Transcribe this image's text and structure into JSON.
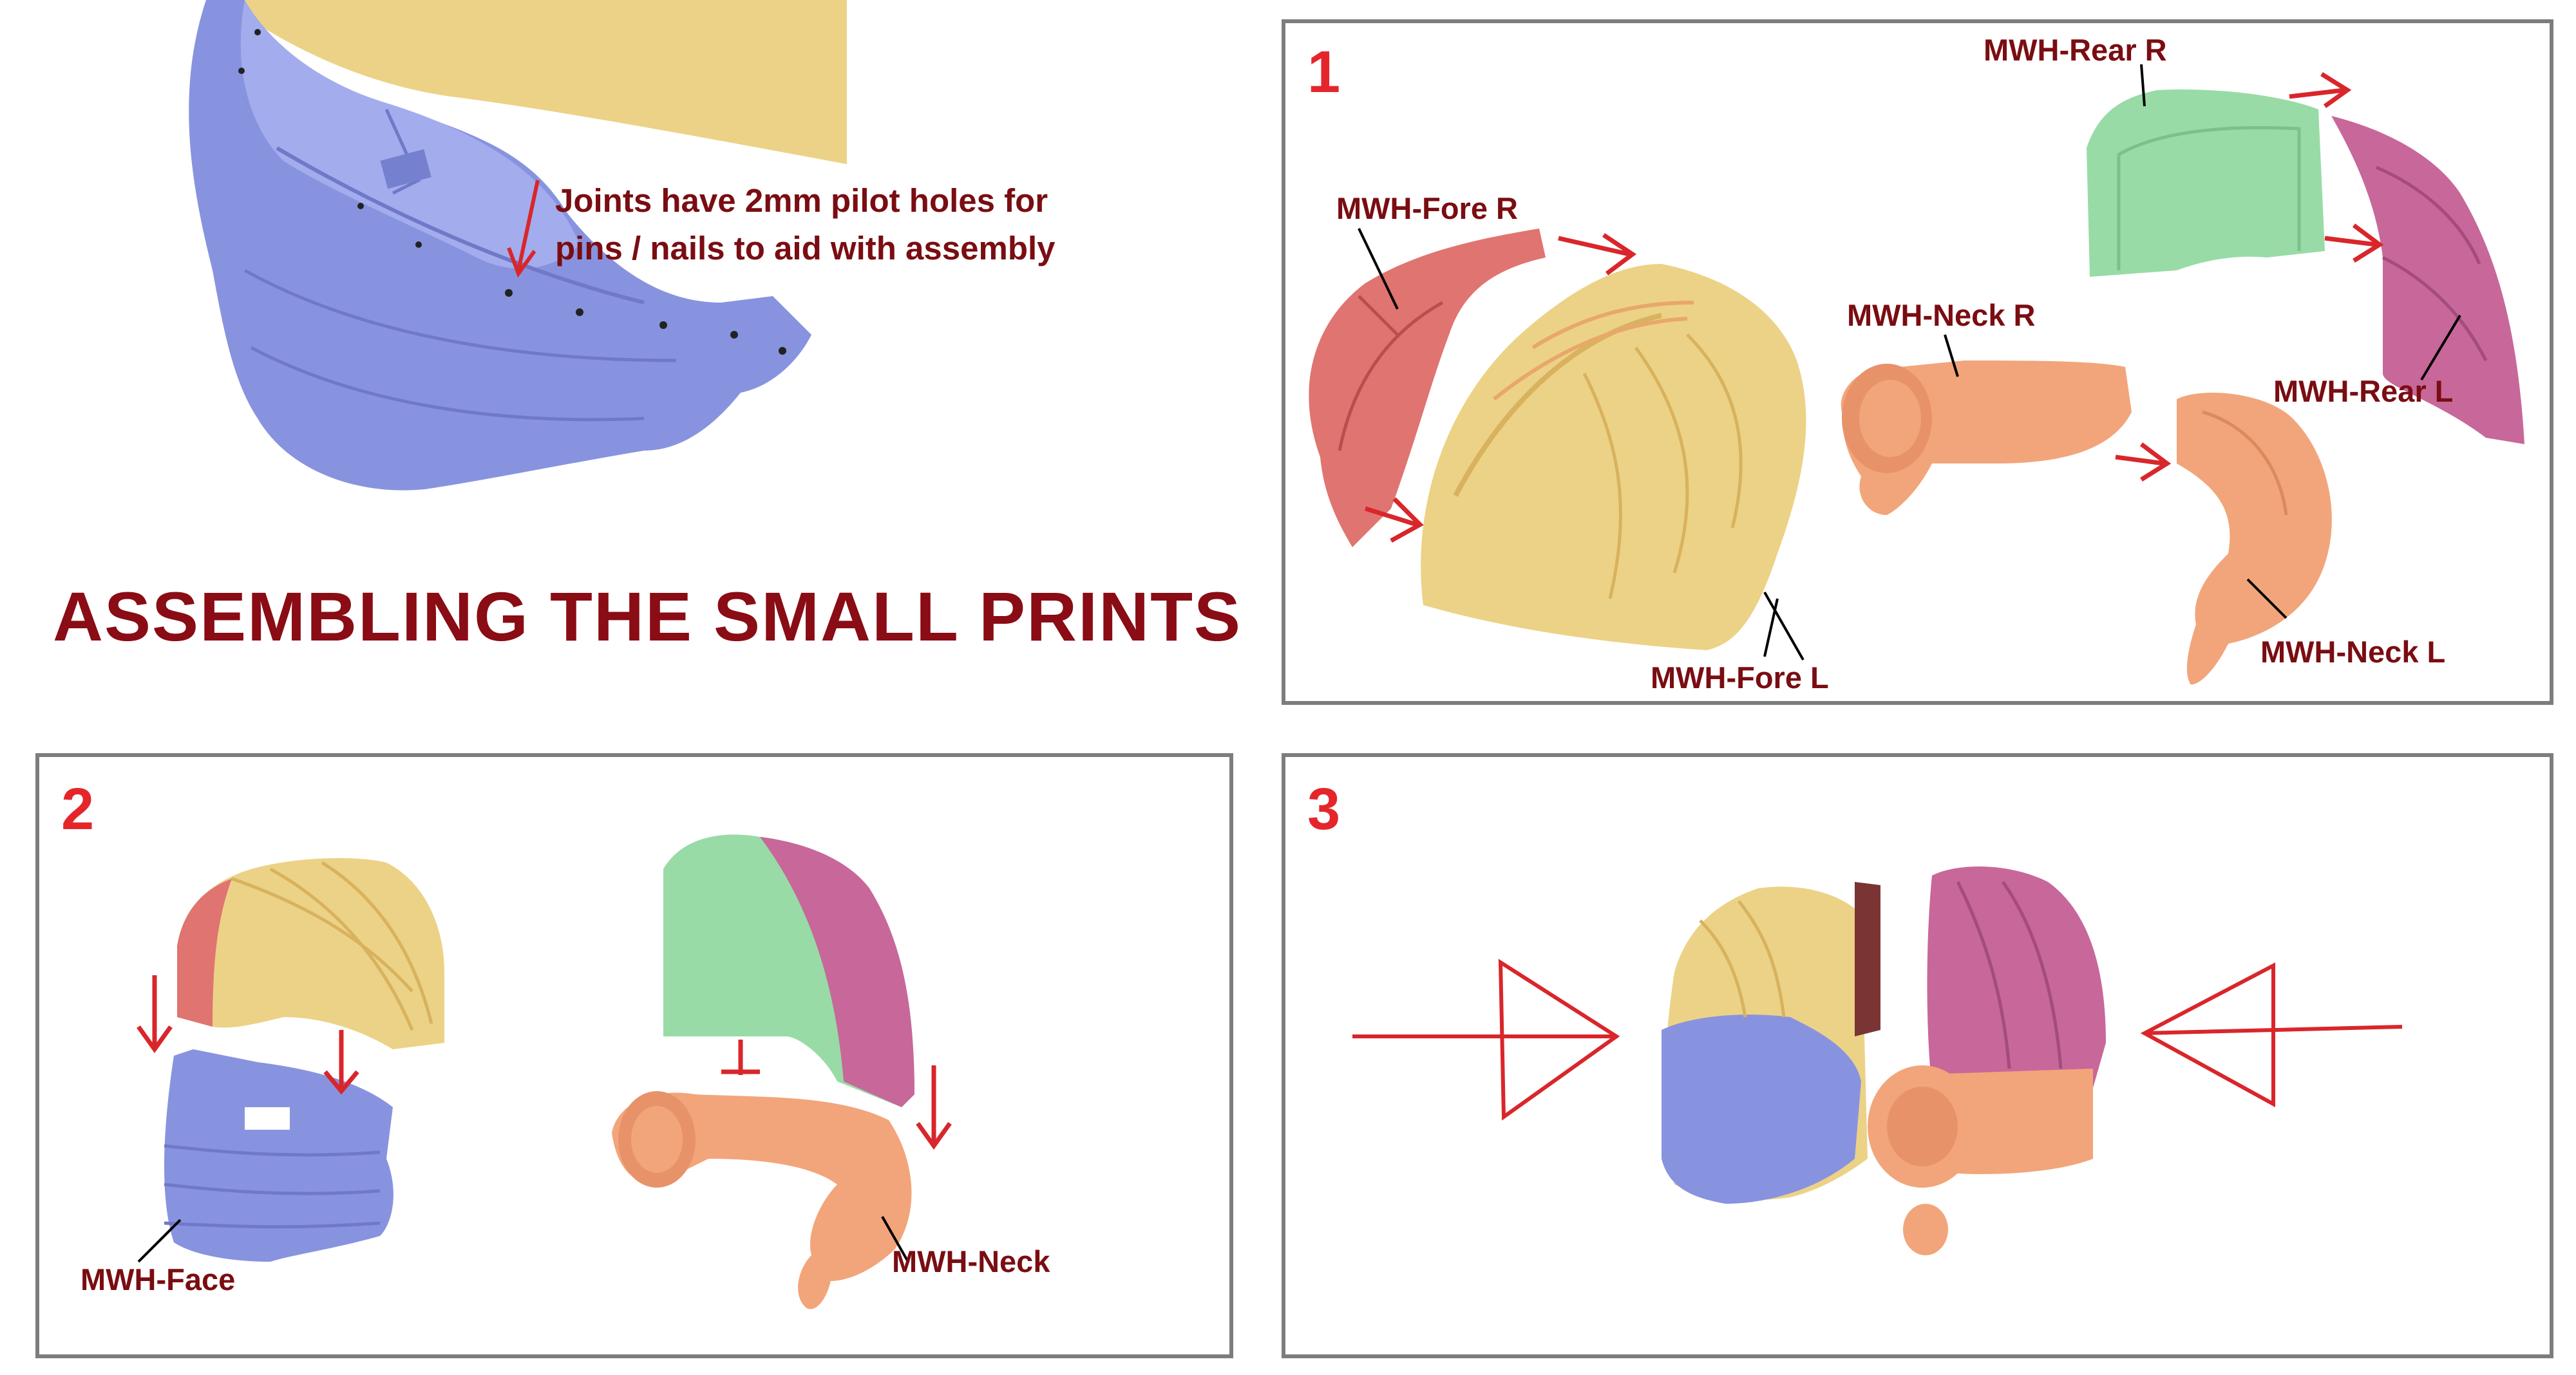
{
  "title": "ASSEMBLING THE SMALL PRINTS",
  "note": {
    "line1": "Joints have 2mm pilot holes for",
    "line2": "pins / nails to aid with assembly"
  },
  "panels": [
    {
      "number": "1",
      "labels": {
        "fore_r": "MWH-Fore R",
        "fore_l": "MWH-Fore L",
        "rear_r": "MWH-Rear R",
        "rear_l": "MWH-Rear L",
        "neck_r": "MWH-Neck R",
        "neck_l": "MWH-Neck L"
      }
    },
    {
      "number": "2",
      "labels": {
        "face": "MWH-Face",
        "neck": "MWH-Neck"
      }
    },
    {
      "number": "3"
    }
  ],
  "colors": {
    "blue_part": "#8893df",
    "yellow_part": "#ecd286",
    "red_part": "#e07470",
    "green_part": "#98dba6",
    "magenta_part": "#c8679a",
    "orange_part": "#f2a57a",
    "arrow": "#d9262b",
    "label": "#7a0d12",
    "frame": "#7d7d7d"
  }
}
